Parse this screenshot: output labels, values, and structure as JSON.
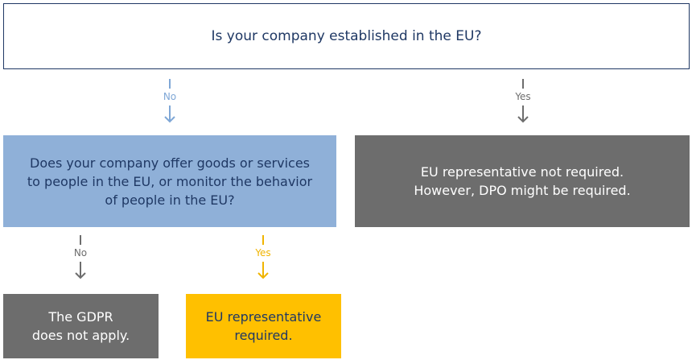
{
  "nodes": {
    "q1": "Is your company established in the EU?",
    "q2": "Does your company offer goods or services\nto people in the EU, or monitor the behavior\nof people in the EU?",
    "eu_established_result": "EU representative not required.\nHowever, DPO might be required.",
    "gdpr_not_apply": "The GDPR\ndoes not apply.",
    "rep_required": "EU representative\nrequired."
  },
  "edges": {
    "q1_no": "No",
    "q1_yes": "Yes",
    "q2_no": "No",
    "q2_yes": "Yes"
  },
  "colors": {
    "navy_text": "#1f3864",
    "light_blue": "#8fb0d8",
    "gray_box": "#6d6d6d",
    "amber": "#ffc000",
    "blue_arrow": "#7fa7d6",
    "gray_arrow": "#6d6d6d",
    "amber_arrow": "#f0b400"
  }
}
